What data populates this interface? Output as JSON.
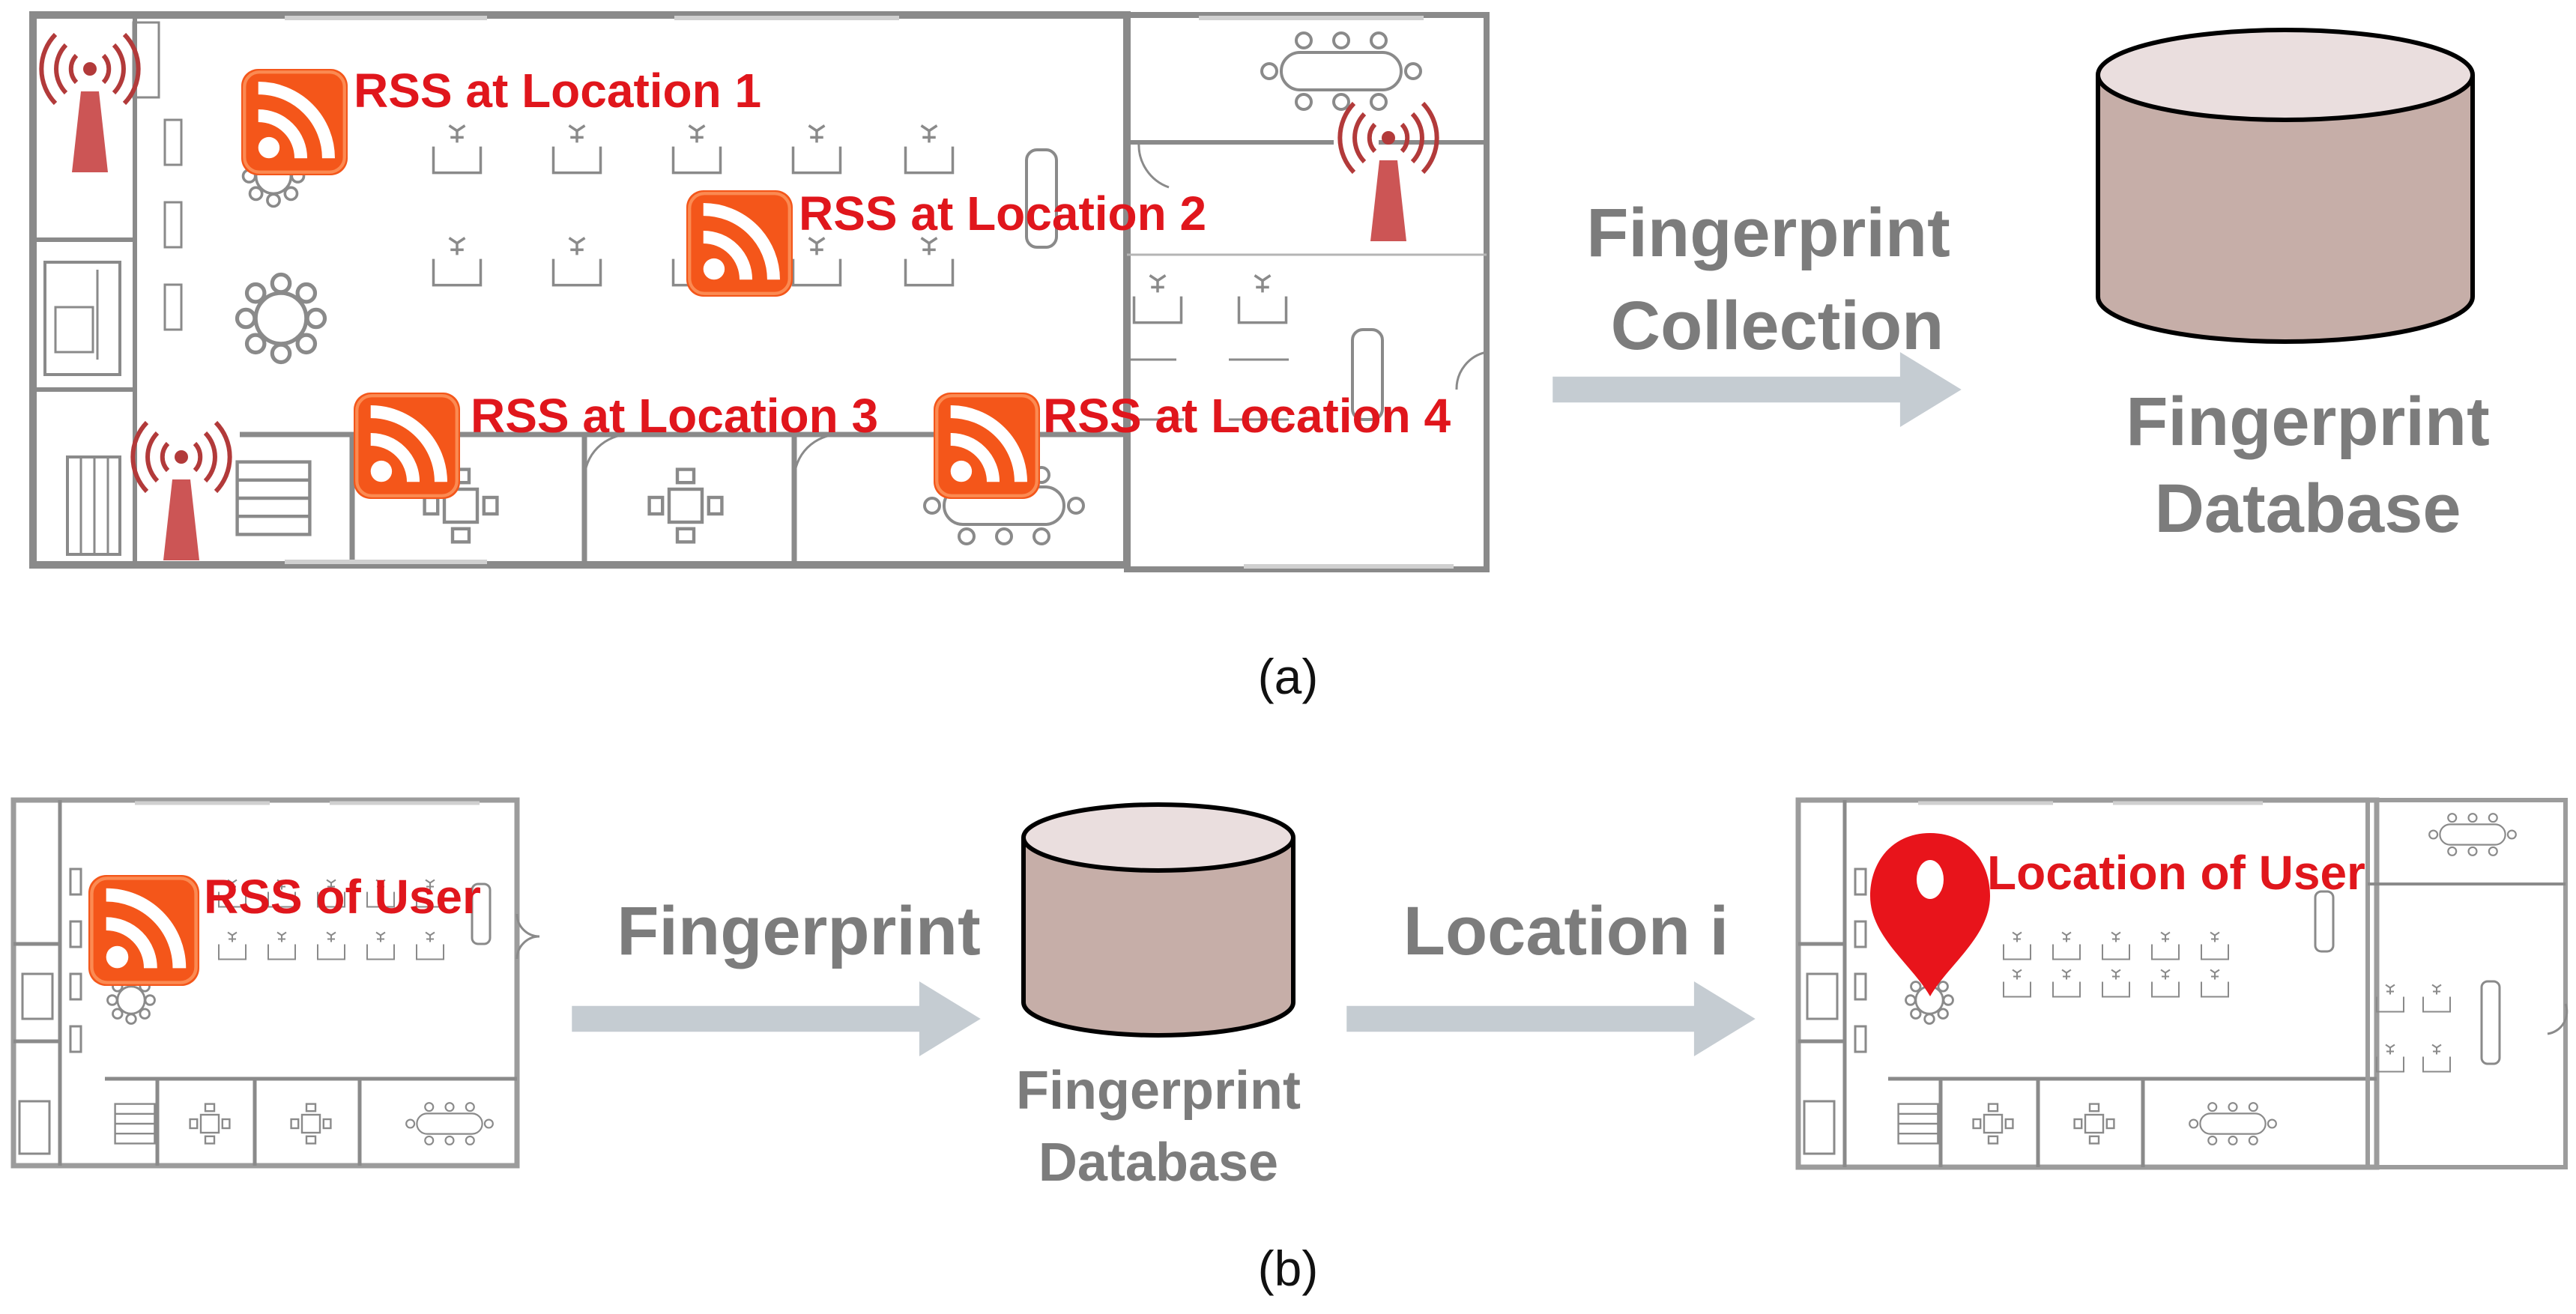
{
  "panel_a": {
    "rss_labels": [
      "RSS at Location 1",
      "RSS at Location 2",
      "RSS at Location 3",
      "RSS at Location 4"
    ],
    "arrow_label": [
      "Fingerprint",
      "Collection"
    ],
    "database_label": [
      "Fingerprint",
      "Database"
    ],
    "caption": "(a)"
  },
  "panel_b": {
    "rss_label": "RSS of User",
    "arrow1_label": "Fingerprint",
    "database_label": [
      "Fingerprint",
      "Database"
    ],
    "arrow2_label": "Location i",
    "location_label": "Location of User",
    "caption": "(b)"
  },
  "colors": {
    "rss_orange": "#f4561a",
    "rss_orange_dark": "#e8430c",
    "tower_red": "#cc5555",
    "wave_red": "#b23a3a",
    "label_red": "#e0161c",
    "label_gray": "#7c7c7c",
    "arrow_gray": "#c5ccd2",
    "database_fill": "#c6aea8",
    "database_top": "#eadede",
    "pin_red": "#e8141b",
    "floorplan_line": "#8a8a8a"
  },
  "icons": [
    "rss-icon",
    "antenna-icon",
    "database-icon",
    "map-pin-icon",
    "arrow-right-icon"
  ]
}
